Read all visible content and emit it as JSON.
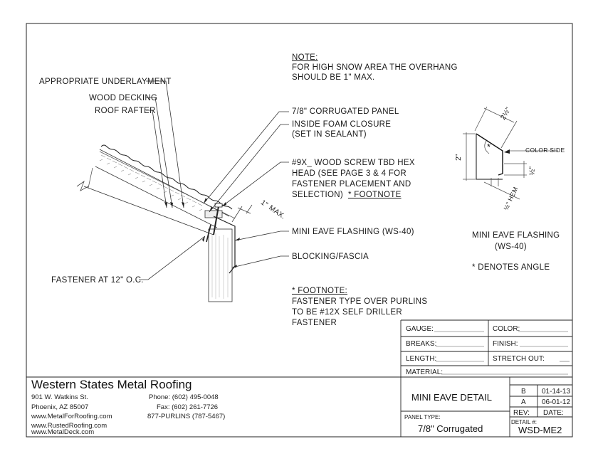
{
  "notes": {
    "note_heading": "NOTE:",
    "note_line1": "FOR HIGH SNOW AREA THE OVERHANG",
    "note_line2": "SHOULD BE 1\" MAX.",
    "footnote_heading": "* FOOTNOTE:",
    "footnote_line1": "FASTENER TYPE OVER PURLINS",
    "footnote_line2": "TO BE #12X SELF DRILLER",
    "footnote_line3": "FASTENER"
  },
  "callouts": {
    "underlayment": "APPROPRIATE UNDERLAYMENT",
    "decking": "WOOD DECKING",
    "rafter": "ROOF RAFTER",
    "panel": "7/8\" CORRUGATED PANEL",
    "closure1": "INSIDE FOAM CLOSURE",
    "closure2": "(SET IN SEALANT)",
    "screw1": "#9X_ WOOD SCREW TBD HEX",
    "screw2": "HEAD (SEE PAGE 3 & 4 FOR",
    "screw3": "FASTENER PLACEMENT AND",
    "screw4": "SELECTION)",
    "screw4_footnote": "* FOOTNOTE",
    "overhang_dim": "1\"",
    "overhang_max": "MAX.",
    "flashing": "MINI EAVE FLASHING (WS-40)",
    "blocking": "BLOCKING/FASCIA",
    "fastener": "FASTENER AT 12\" O.C."
  },
  "profile": {
    "title1": "MINI EAVE FLASHING",
    "title2": "(WS-40)",
    "angle_note": "* DENOTES ANGLE",
    "color_side": "COLOR SIDE",
    "dim_top": "2½\"",
    "dim_left": "2\"",
    "dim_right": "½\"",
    "dim_hem": "½\" HEM",
    "angle_mark": "*"
  },
  "spec": {
    "gauge_label": "GAUGE:",
    "color_label": "COLOR:",
    "breaks_label": "BREAKS:",
    "finish_label": "FINISH:",
    "length_label": "LENGTH:",
    "stretch_label": "STRETCH OUT:",
    "material_label": "MATERIAL:"
  },
  "title_block": {
    "company": "Western States Metal Roofing",
    "address1": "901 W. Watkins St.",
    "address2": "Phoenix, AZ 85007",
    "web1": "www.MetalForRoofing.com",
    "web2": "www.RustedRoofing.com",
    "web3": "www.MetalDeck.com",
    "phone": "Phone: (602) 495-0048",
    "fax": "Fax: (602) 261-7726",
    "tollfree": "877-PURLINS (787-5467)",
    "drawing_title": "MINI EAVE DETAIL",
    "panel_type_label": "PANEL TYPE:",
    "panel_type": "7/8\" Corrugated",
    "rev_b": "B",
    "rev_b_date": "01-14-13",
    "rev_a": "A",
    "rev_a_date": "06-01-12",
    "rev_label": "REV:",
    "date_label": "DATE:",
    "detail_label": "DETAIL #:",
    "detail_number": "WSD-ME2"
  }
}
